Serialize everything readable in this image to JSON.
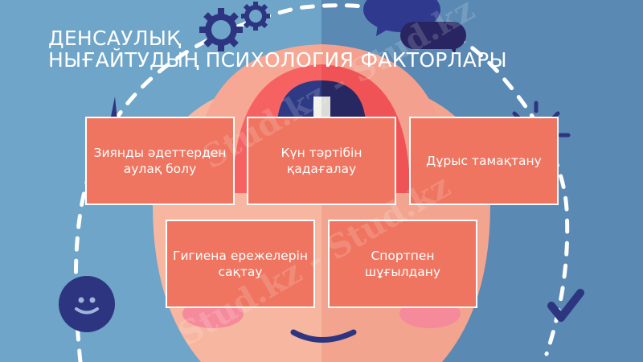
{
  "slide": {
    "title_lines": [
      "ДЕНСАУЛЫҚ",
      "НЫҒАЙТУДЫҢ ПСИХОЛОГИЯ ФАКТОРЛАРЫ"
    ],
    "cards": [
      {
        "label": "Зиянды әдеттерден аулақ болу"
      },
      {
        "label": "Күн тәртібін қадағалау"
      },
      {
        "label": "Дұрыс тамақтану"
      },
      {
        "label": "Гигиена ережелерін сақтау"
      },
      {
        "label": "Спортпен шұғылдану"
      }
    ],
    "watermark": "Stud.kz - Stud.kz",
    "icons": [
      "gears-icon",
      "speech-bubbles-icon",
      "smiley-icon",
      "checkmark-icon",
      "face-illustration"
    ]
  },
  "colors": {
    "bg_left": "#6fa5c8",
    "bg_right": "#5a89b3",
    "card_fill": "#ef7560",
    "card_border": "#ffffff",
    "navy": "#2d3580",
    "face_light": "#f7b6a0",
    "face_dark": "#f2a48f",
    "hair_red": "#f0585a",
    "blush": "#f58a9a"
  }
}
